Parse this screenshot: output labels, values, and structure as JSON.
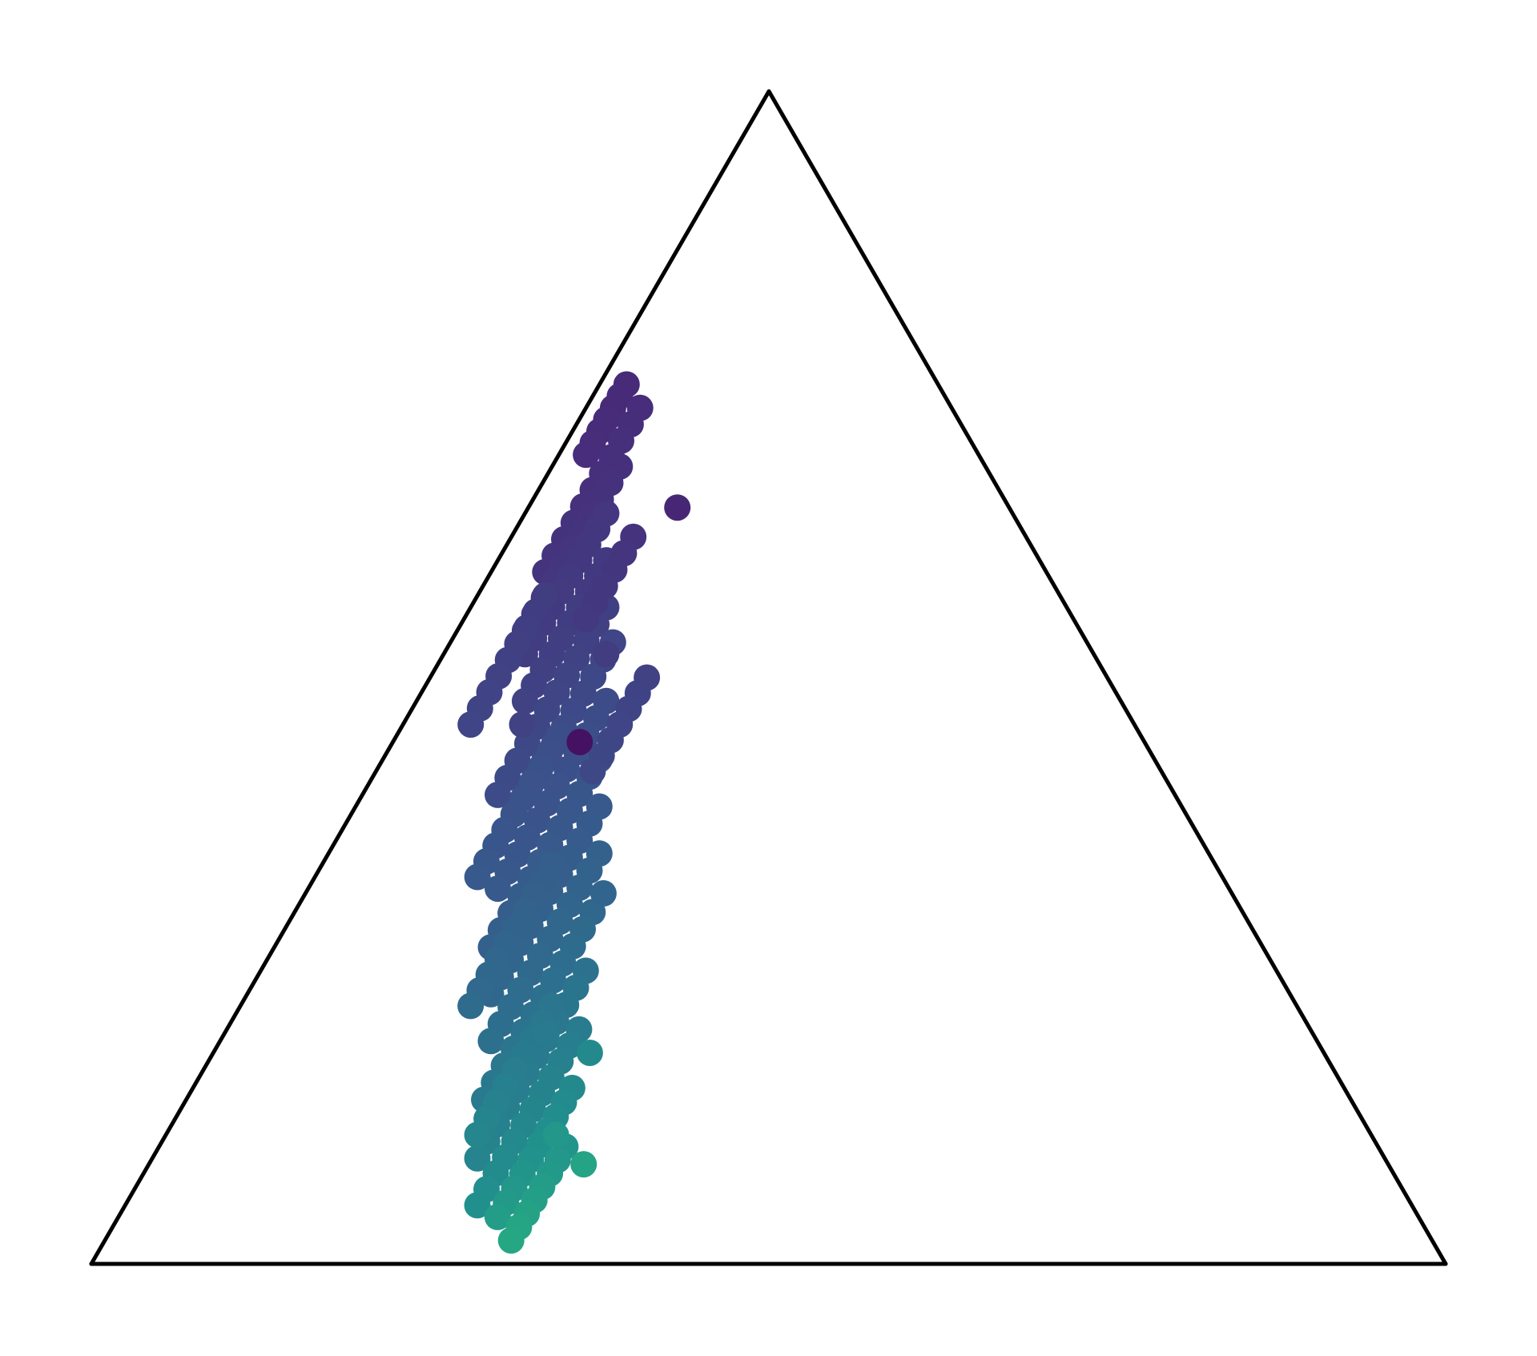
{
  "chart_data": {
    "type": "scatter",
    "subtype": "ternary",
    "title": "",
    "axis_labels": [],
    "grid": false,
    "legend": "none",
    "frame_color": "#000000",
    "colormap": "viridis",
    "color_range": [
      0.08,
      0.62
    ],
    "coordinate_order": [
      "a_top",
      "b_left",
      "c_right"
    ],
    "point_groups": [
      {
        "a_start": 0.75,
        "a_end": 0.69,
        "b_start": 0.23,
        "b_end": 0.29,
        "count": 7,
        "color_start": 0.12,
        "color_end": 0.13
      },
      {
        "a_start": 0.73,
        "a_end": 0.59,
        "b_start": 0.23,
        "b_end": 0.37,
        "count": 11,
        "color_start": 0.13,
        "color_end": 0.15
      },
      {
        "a_start": 0.68,
        "a_end": 0.54,
        "b_start": 0.27,
        "b_end": 0.41,
        "count": 11,
        "color_start": 0.14,
        "color_end": 0.17
      },
      {
        "a_start": 0.64,
        "a_end": 0.52,
        "b_start": 0.3,
        "b_end": 0.42,
        "count": 10,
        "color_start": 0.16,
        "color_end": 0.18
      },
      {
        "a_start": 0.6,
        "a_end": 0.48,
        "b_start": 0.32,
        "b_end": 0.44,
        "count": 10,
        "color_start": 0.17,
        "color_end": 0.2
      },
      {
        "a_start": 0.56,
        "a_end": 0.4,
        "b_start": 0.34,
        "b_end": 0.5,
        "count": 12,
        "color_start": 0.19,
        "color_end": 0.23
      },
      {
        "a_start": 0.53,
        "a_end": 0.37,
        "b_start": 0.35,
        "b_end": 0.51,
        "count": 12,
        "color_start": 0.21,
        "color_end": 0.25
      },
      {
        "a_start": 0.48,
        "a_end": 0.32,
        "b_start": 0.38,
        "b_end": 0.54,
        "count": 12,
        "color_start": 0.23,
        "color_end": 0.28
      },
      {
        "a_start": 0.43,
        "a_end": 0.27,
        "b_start": 0.41,
        "b_end": 0.57,
        "count": 12,
        "color_start": 0.26,
        "color_end": 0.31
      },
      {
        "a_start": 0.39,
        "a_end": 0.23,
        "b_start": 0.43,
        "b_end": 0.59,
        "count": 12,
        "color_start": 0.28,
        "color_end": 0.34
      },
      {
        "a_start": 0.35,
        "a_end": 0.19,
        "b_start": 0.45,
        "b_end": 0.61,
        "count": 12,
        "color_start": 0.31,
        "color_end": 0.37
      },
      {
        "a_start": 0.3,
        "a_end": 0.14,
        "b_start": 0.48,
        "b_end": 0.64,
        "count": 12,
        "color_start": 0.34,
        "color_end": 0.41
      },
      {
        "a_start": 0.25,
        "a_end": 0.09,
        "b_start": 0.51,
        "b_end": 0.67,
        "count": 12,
        "color_start": 0.38,
        "color_end": 0.45
      },
      {
        "a_start": 0.2,
        "a_end": 0.05,
        "b_start": 0.54,
        "b_end": 0.69,
        "count": 12,
        "color_start": 0.42,
        "color_end": 0.5
      },
      {
        "a_start": 0.15,
        "a_end": 0.04,
        "b_start": 0.57,
        "b_end": 0.68,
        "count": 10,
        "color_start": 0.47,
        "color_end": 0.55
      },
      {
        "a_start": 0.1,
        "a_end": 0.02,
        "b_start": 0.6,
        "b_end": 0.68,
        "count": 8,
        "color_start": 0.52,
        "color_end": 0.6
      },
      {
        "a_start": 0.57,
        "a_end": 0.46,
        "b_start": 0.38,
        "b_end": 0.49,
        "count": 9,
        "color_start": 0.18,
        "color_end": 0.21
      },
      {
        "a_start": 0.45,
        "a_end": 0.33,
        "b_start": 0.43,
        "b_end": 0.55,
        "count": 10,
        "color_start": 0.24,
        "color_end": 0.28
      },
      {
        "a_start": 0.34,
        "a_end": 0.22,
        "b_start": 0.49,
        "b_end": 0.61,
        "count": 10,
        "color_start": 0.3,
        "color_end": 0.35
      },
      {
        "a_start": 0.22,
        "a_end": 0.11,
        "b_start": 0.55,
        "b_end": 0.66,
        "count": 9,
        "color_start": 0.39,
        "color_end": 0.46
      },
      {
        "a_start": 0.62,
        "a_end": 0.55,
        "b_start": 0.29,
        "b_end": 0.36,
        "count": 6,
        "color_start": 0.15,
        "color_end": 0.17
      },
      {
        "a_start": 0.5,
        "a_end": 0.42,
        "b_start": 0.34,
        "b_end": 0.42,
        "count": 7,
        "color_start": 0.2,
        "color_end": 0.22
      }
    ],
    "points": [
      {
        "a": 0.645,
        "b": 0.245,
        "color": 0.11
      },
      {
        "a": 0.445,
        "b": 0.417,
        "color": 0.05
      },
      {
        "a": 0.316,
        "b": 0.464,
        "color": 0.33
      },
      {
        "a": 0.18,
        "b": 0.542,
        "color": 0.47
      },
      {
        "a": 0.196,
        "b": 0.566,
        "color": 0.41
      },
      {
        "a": 0.11,
        "b": 0.602,
        "color": 0.53
      },
      {
        "a": 0.085,
        "b": 0.594,
        "color": 0.58
      },
      {
        "a": 0.46,
        "b": 0.452,
        "color": 0.2
      },
      {
        "a": 0.52,
        "b": 0.36,
        "color": 0.18
      }
    ]
  }
}
